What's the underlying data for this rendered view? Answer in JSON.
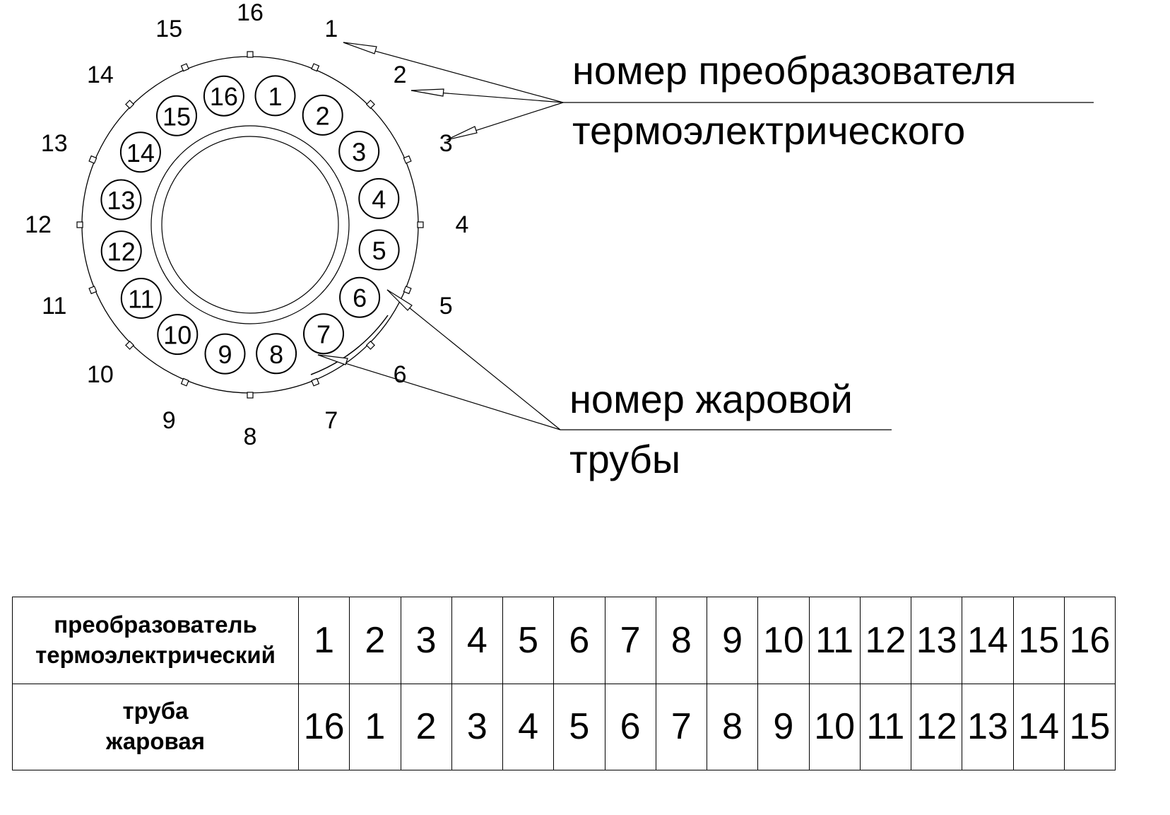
{
  "callouts": {
    "thermocouple_line1": "номер преобразователя",
    "thermocouple_line2": "термоэлектрического",
    "flame_tube_line1": "номер жаровой",
    "flame_tube_line2": "трубы"
  },
  "outer_labels": [
    "16",
    "1",
    "2",
    "3",
    "4",
    "5",
    "6",
    "7",
    "8",
    "9",
    "10",
    "11",
    "12",
    "13",
    "14",
    "15"
  ],
  "tube_labels": [
    "1",
    "2",
    "3",
    "4",
    "5",
    "6",
    "7",
    "8",
    "9",
    "10",
    "11",
    "12",
    "13",
    "14",
    "15",
    "16"
  ],
  "table": {
    "row1_header_line1": "преобразователь",
    "row1_header_line2": "термоэлектрический",
    "row2_header_line1": "труба",
    "row2_header_line2": "жаровая",
    "row1": [
      "1",
      "2",
      "3",
      "4",
      "5",
      "6",
      "7",
      "8",
      "9",
      "10",
      "11",
      "12",
      "13",
      "14",
      "15",
      "16"
    ],
    "row2": [
      "16",
      "1",
      "2",
      "3",
      "4",
      "5",
      "6",
      "7",
      "8",
      "9",
      "10",
      "11",
      "12",
      "13",
      "14",
      "15"
    ]
  }
}
